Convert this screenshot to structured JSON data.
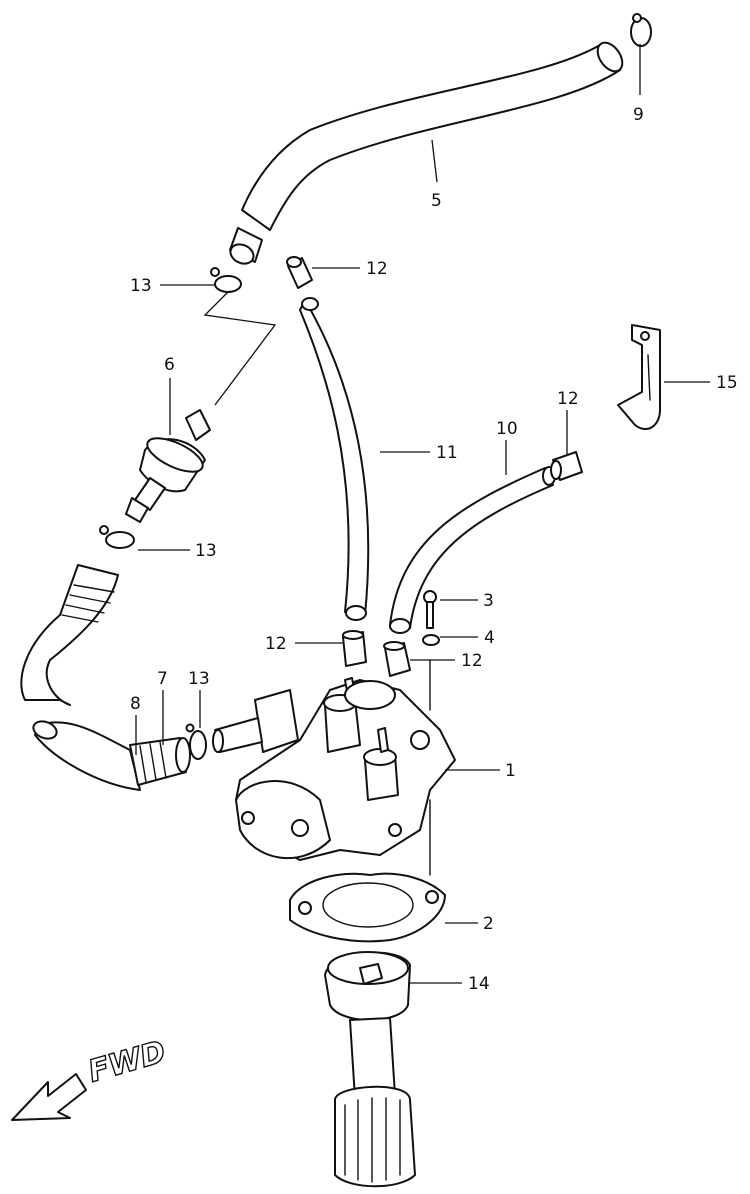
{
  "diagram": {
    "callouts": [
      "1",
      "2",
      "3",
      "4",
      "5",
      "6",
      "7",
      "8",
      "9",
      "10",
      "11",
      "12",
      "13",
      "14",
      "15"
    ],
    "direction_label": "FWD",
    "colors": {
      "ink": "#111111",
      "paper": "#ffffff"
    }
  }
}
